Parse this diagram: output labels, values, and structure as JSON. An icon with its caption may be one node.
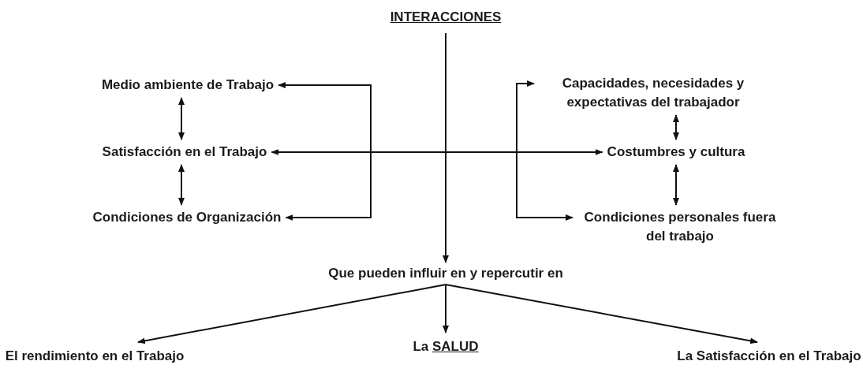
{
  "diagram": {
    "nodes": [
      {
        "text": [
          "INTERACCIONES"
        ]
      },
      {
        "text": [
          "Medio ambiente de Trabajo"
        ]
      },
      {
        "text": [
          "Satisfacción en el Trabajo"
        ]
      },
      {
        "text": [
          "Condiciones de Organización"
        ]
      },
      {
        "text": [
          "Capacidades, necesidades y expectativas del trabajador"
        ]
      },
      {
        "text": [
          "Costumbres y cultura"
        ]
      },
      {
        "text": [
          "Condiciones personales fuera del trabajo"
        ]
      },
      {
        "text": [
          "Que pueden influir en y repercutir en"
        ]
      },
      {
        "text": [
          "El rendimiento en el Trabajo"
        ]
      },
      {
        "text": [
          "La SALUD"
        ]
      },
      {
        "text": [
          "La Satisfacción en el Trabajo"
        ]
      }
    ],
    "edges": [
      {
        "from": 0,
        "to": 7,
        "arrow": "to"
      },
      {
        "from": 2,
        "to": 5,
        "arrow": "both"
      },
      {
        "from": null,
        "to": 1,
        "arrow": "to"
      },
      {
        "from": null,
        "to": 3,
        "arrow": "to"
      },
      {
        "from": null,
        "to": 4,
        "arrow": "to"
      },
      {
        "from": null,
        "to": 6,
        "arrow": "to"
      },
      {
        "from": 1,
        "to": 2,
        "arrow": "both"
      },
      {
        "from": 2,
        "to": 3,
        "arrow": "both"
      },
      {
        "from": 4,
        "to": 5,
        "arrow": "both"
      },
      {
        "from": 5,
        "to": 6,
        "arrow": "both"
      },
      {
        "from": 7,
        "to": 8,
        "arrow": "to"
      },
      {
        "from": 7,
        "to": 9,
        "arrow": "to"
      },
      {
        "from": 7,
        "to": 10,
        "arrow": "to"
      }
    ]
  }
}
